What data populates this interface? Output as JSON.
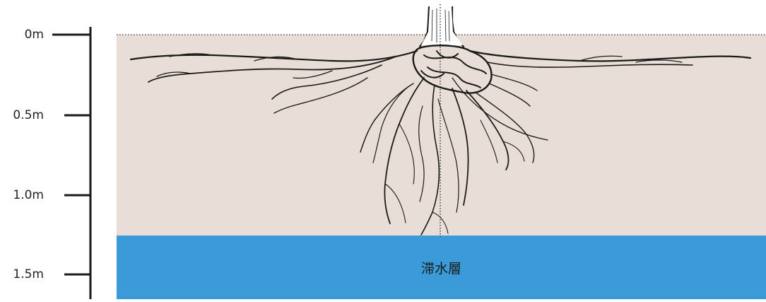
{
  "scale": {
    "ticks": [
      {
        "label": "0m"
      },
      {
        "label": "0.5m"
      },
      {
        "label": "1.0m"
      },
      {
        "label": "1.5m"
      }
    ]
  },
  "layers": {
    "aquitard": {
      "label": "滞水層"
    }
  },
  "colors": {
    "soil": "#e8ded7",
    "aquitard": "#3b9bd8",
    "roots": "#1a1a1a",
    "axis": "#1a1a1a"
  },
  "icons": {
    "tree_roots": "tree-root-system-illustration"
  }
}
